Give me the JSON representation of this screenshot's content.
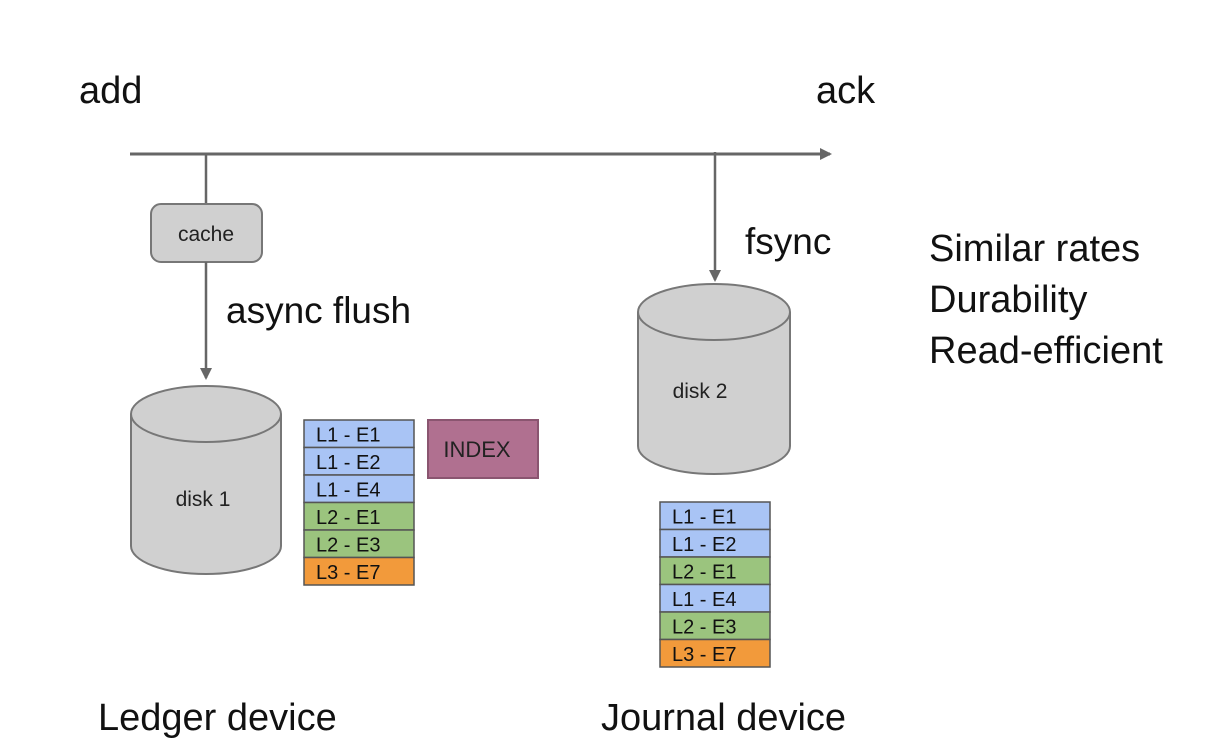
{
  "labels": {
    "add": "add",
    "ack": "ack",
    "fsync": "fsync",
    "async_flush": "async flush",
    "cache": "cache",
    "disk1": "disk 1",
    "disk2": "disk 2",
    "index": "INDEX",
    "ledger_device": "Ledger device",
    "journal_device": "Journal device"
  },
  "properties": [
    "Similar rates",
    "Durability",
    "Read-efficient"
  ],
  "ledger_entries": [
    {
      "text": "L1 - E1",
      "color": "#a9c4f5"
    },
    {
      "text": "L1 - E2",
      "color": "#a9c4f5"
    },
    {
      "text": "L1 - E4",
      "color": "#a9c4f5"
    },
    {
      "text": "L2 - E1",
      "color": "#9bc47e"
    },
    {
      "text": "L2 - E3",
      "color": "#9bc47e"
    },
    {
      "text": "L3 - E7",
      "color": "#f29a3b"
    }
  ],
  "journal_entries": [
    {
      "text": "L1 - E1",
      "color": "#a9c4f5"
    },
    {
      "text": "L1 - E2",
      "color": "#a9c4f5"
    },
    {
      "text": "L2 - E1",
      "color": "#9bc47e"
    },
    {
      "text": "L1 - E4",
      "color": "#a9c4f5"
    },
    {
      "text": "L2 - E3",
      "color": "#9bc47e"
    },
    {
      "text": "L3 - E7",
      "color": "#f29a3b"
    }
  ],
  "colors": {
    "index_fill": "#b07090",
    "disk_fill": "#d0d0d0",
    "line": "#666666"
  }
}
